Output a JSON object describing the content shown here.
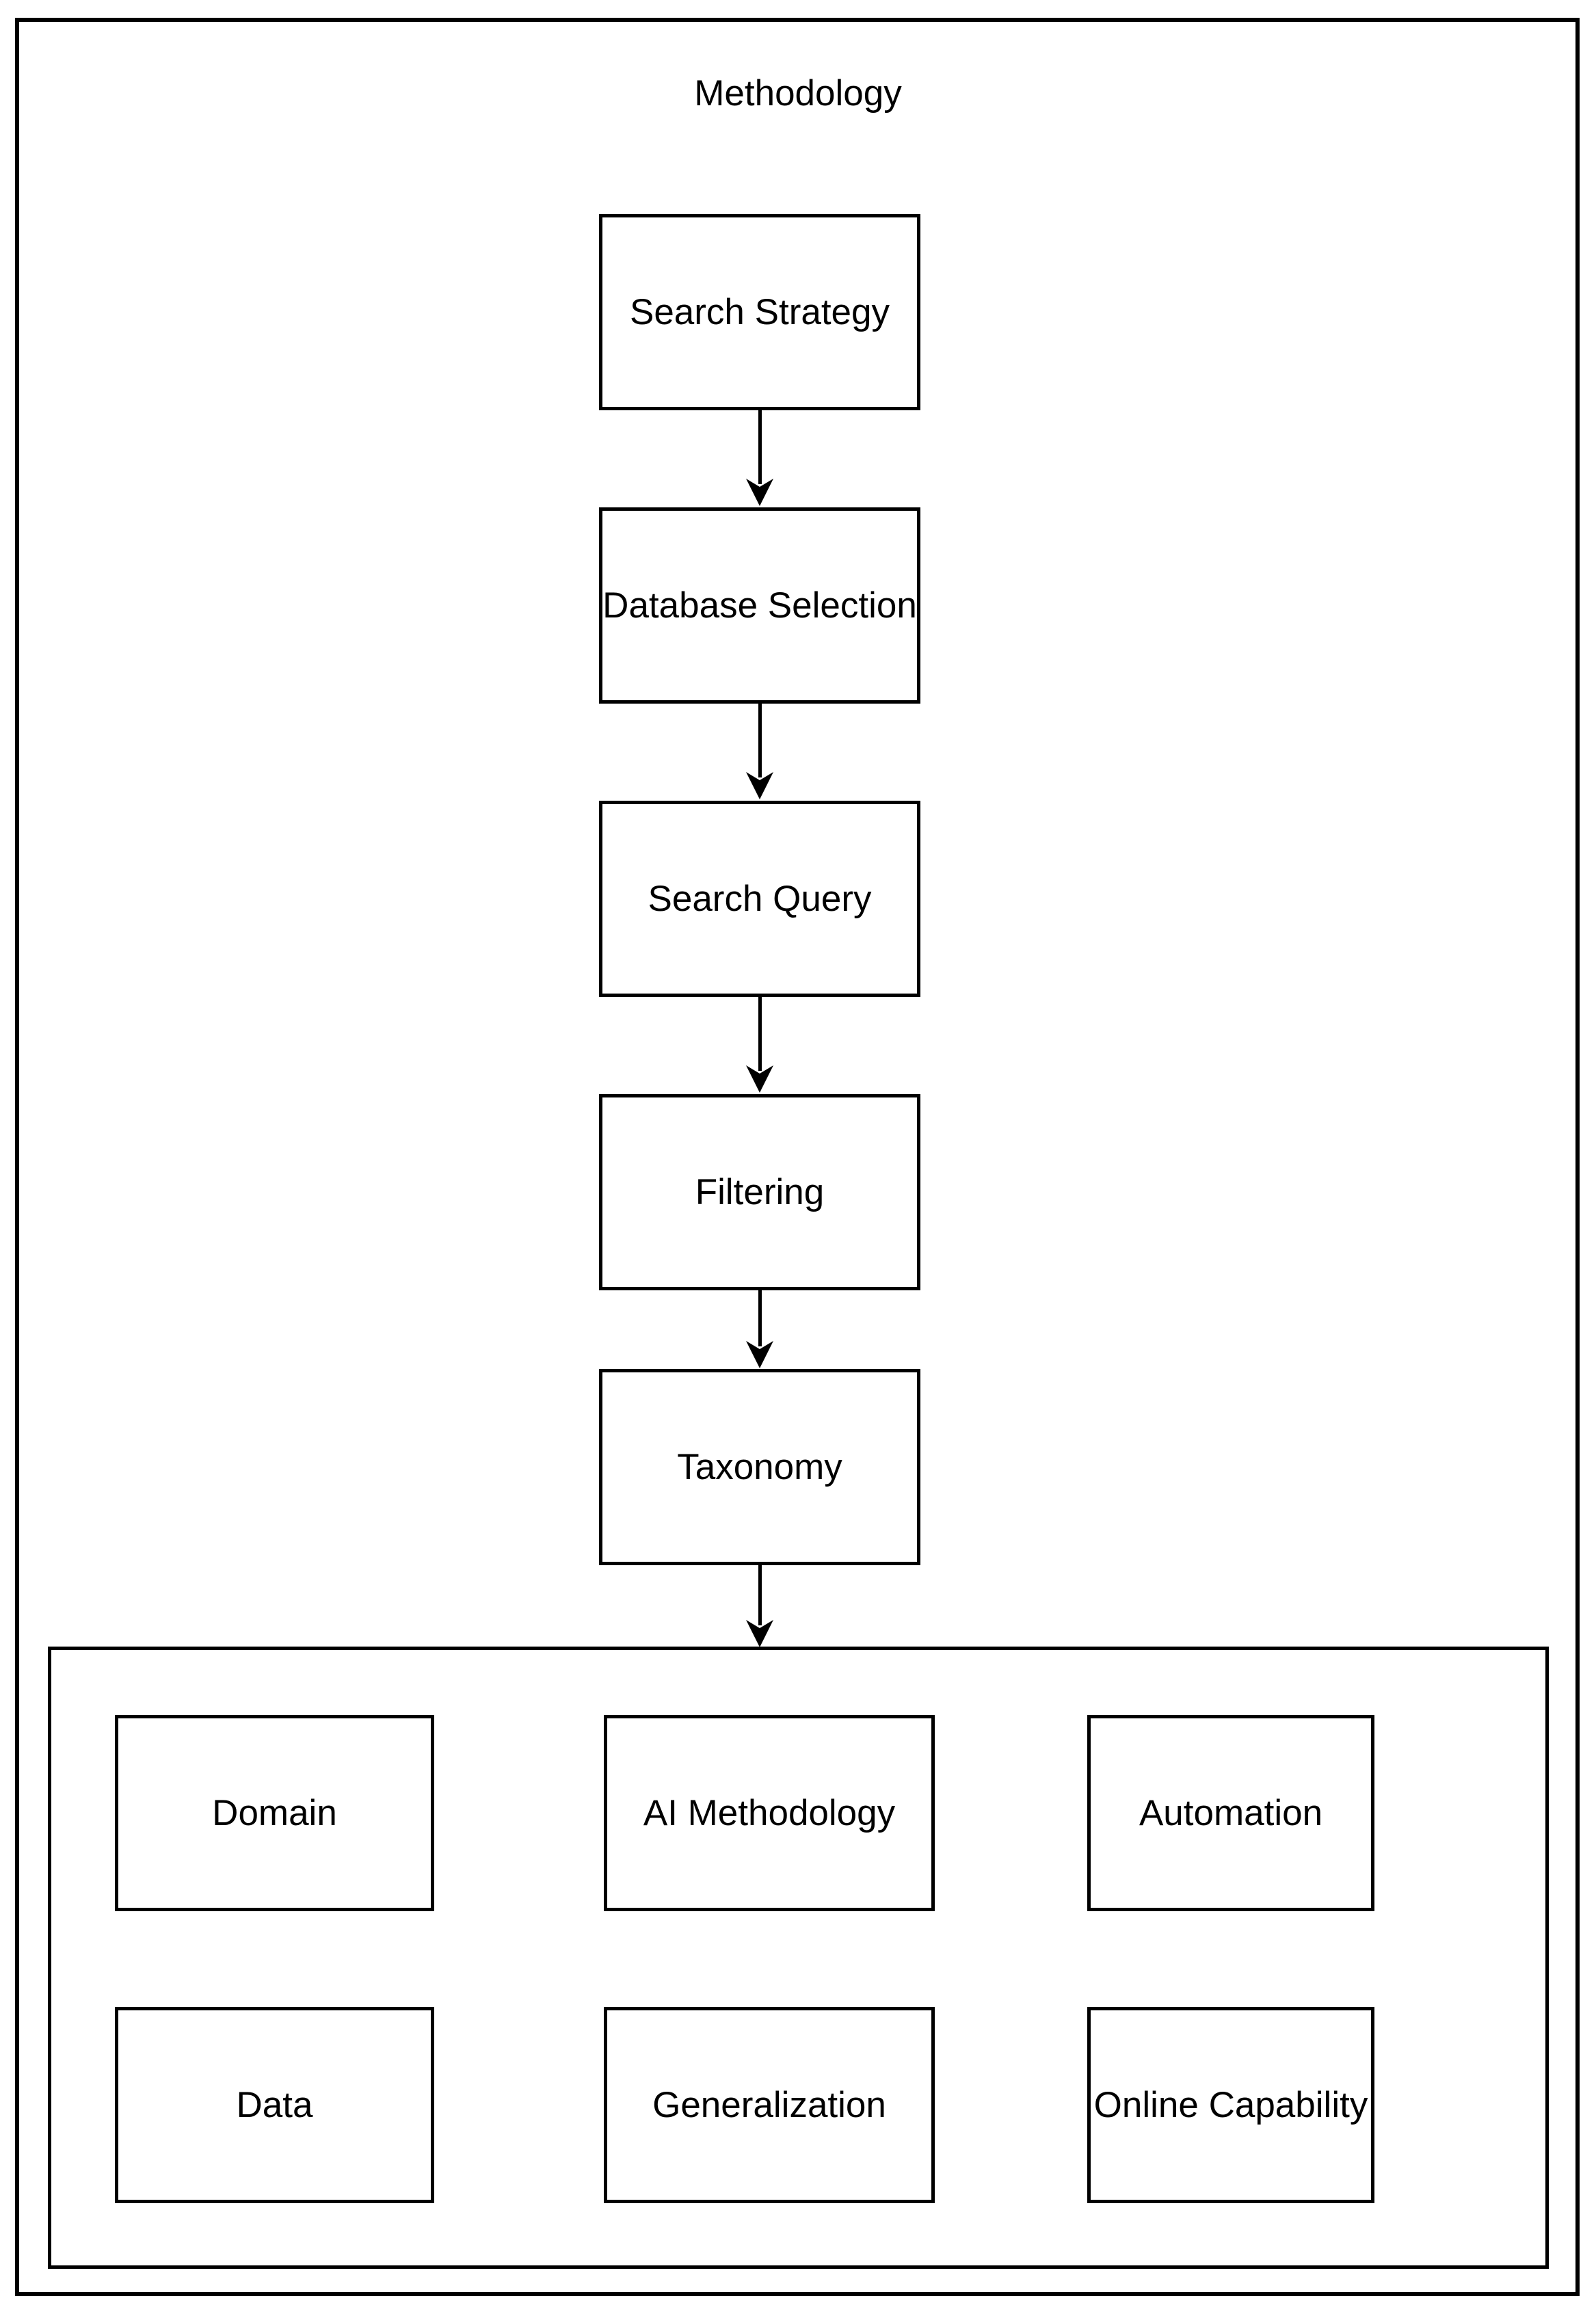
{
  "diagram": {
    "title": "Methodology",
    "type": "flowchart",
    "orientation": "top-to-bottom",
    "colors": {
      "stroke": "#000000",
      "fill": "#ffffff",
      "text": "#000000",
      "background": "#ffffff"
    },
    "pipeline": [
      {
        "id": "search-strategy",
        "label": "Search Strategy"
      },
      {
        "id": "database-selection",
        "label": "Database Selection"
      },
      {
        "id": "search-query",
        "label": "Search Query"
      },
      {
        "id": "filtering",
        "label": "Filtering"
      },
      {
        "id": "taxonomy",
        "label": "Taxonomy"
      }
    ],
    "edges": [
      {
        "from": "search-strategy",
        "to": "database-selection"
      },
      {
        "from": "database-selection",
        "to": "search-query"
      },
      {
        "from": "search-query",
        "to": "filtering"
      },
      {
        "from": "filtering",
        "to": "taxonomy"
      },
      {
        "from": "taxonomy",
        "to": "taxonomy-group"
      }
    ],
    "taxonomy_group": {
      "id": "taxonomy-group",
      "rows": [
        [
          {
            "id": "domain",
            "label": "Domain"
          },
          {
            "id": "ai-methodology",
            "label": "AI Methodology"
          },
          {
            "id": "automation",
            "label": "Automation"
          }
        ],
        [
          {
            "id": "data",
            "label": "Data"
          },
          {
            "id": "generalization",
            "label": "Generalization"
          },
          {
            "id": "online-capability",
            "label": "Online Capability"
          }
        ]
      ]
    }
  }
}
